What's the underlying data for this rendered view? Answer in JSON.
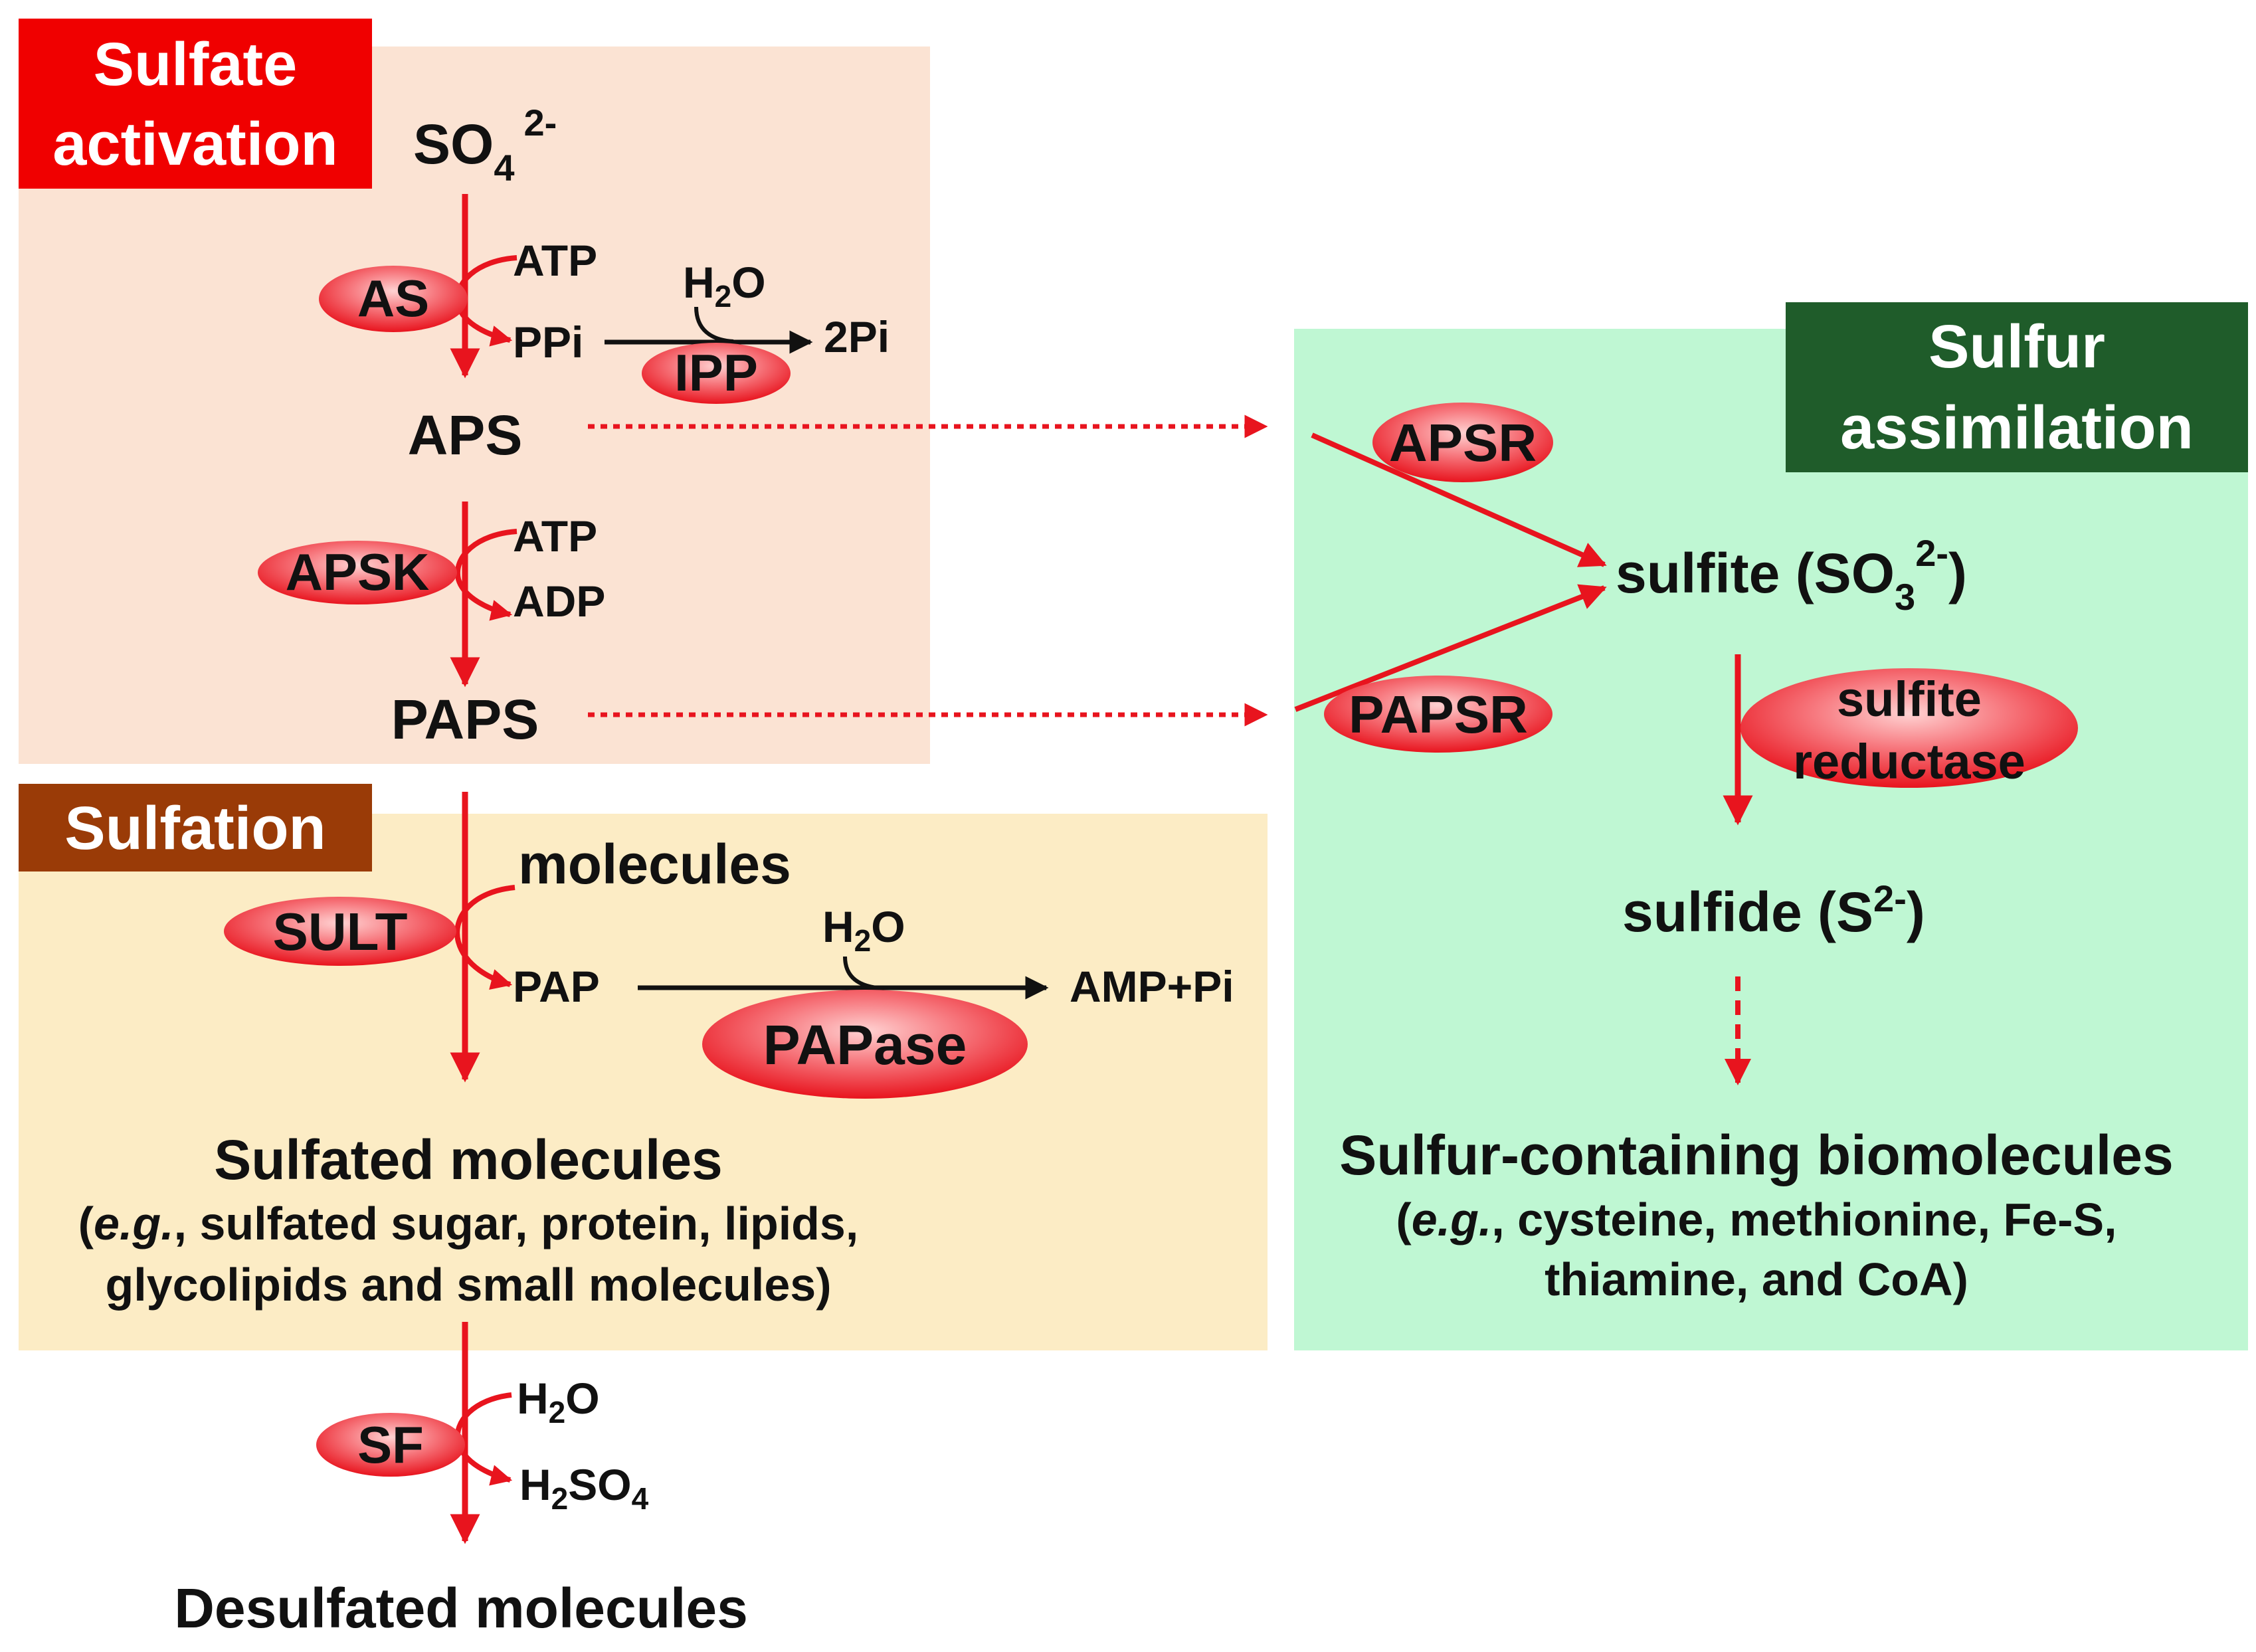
{
  "colors": {
    "activation_bg": "#fbe3d3",
    "sulfation_bg": "#fcecc5",
    "assimilation_bg": "#bff7d3",
    "activation_label_bg": "#f00000",
    "sulfation_label_bg": "#9a3b07",
    "assimilation_label_bg": "#1f5c2a",
    "arrow_red": "#e8141e",
    "arrow_black": "#111111",
    "enzyme_fill": "#f04a52",
    "enzyme_highlight": "#ffd2d2"
  },
  "sections": {
    "activation": {
      "title_line1": "Sulfate",
      "title_line2": "activation"
    },
    "sulfation": {
      "title": "Sulfation"
    },
    "assimilation": {
      "title_line1": "Sulfur",
      "title_line2": "assimilation"
    }
  },
  "metabolites": {
    "so4": {
      "main": "SO",
      "sub": "4",
      "sup": "2-"
    },
    "aps": "APS",
    "paps": "PAPS",
    "sulfated_molecules": "Sulfated molecules",
    "sulfated_examples": {
      "open": "(",
      "eg": "e.g.",
      "rest1": ", sulfated sugar, protein, lipids,",
      "line2": "glycolipids and small molecules)"
    },
    "desulfated_molecules": "Desulfated molecules",
    "sulfite": {
      "pre": "sulfite (SO",
      "sub": "3",
      "sup": "2-",
      "post": ")"
    },
    "sulfide": {
      "pre": "sulfide (S",
      "sup": "2-",
      "post": ")"
    },
    "biomolecules": "Sulfur-containing biomolecules",
    "biomolecule_examples": {
      "open": "(",
      "eg": "e.g.",
      "rest1": ", cysteine, methionine, Fe-S,",
      "line2": "thiamine, and CoA)"
    }
  },
  "cofactors": {
    "atp_1": "ATP",
    "ppi": "PPi",
    "two_pi": "2Pi",
    "h2o_1": {
      "pre": "H",
      "sub": "2",
      "post": "O"
    },
    "atp_2": "ATP",
    "adp": "ADP",
    "molecules": "molecules",
    "pap": "PAP",
    "h2o_2": {
      "pre": "H",
      "sub": "2",
      "post": "O"
    },
    "amp_pi": "AMP+Pi",
    "h2o_3": {
      "pre": "H",
      "sub": "2",
      "post": "O"
    },
    "h2so4": {
      "pre": "H",
      "sub1": "2",
      "mid": "SO",
      "sub2": "4"
    }
  },
  "enzymes": {
    "as": "AS",
    "ipp": "IPP",
    "apsk": "APSK",
    "sult": "SULT",
    "papase": "PAPase",
    "sf": "SF",
    "apsr": "APSR",
    "papsr": "PAPSR",
    "sulfite_reductase_line1": "sulfite",
    "sulfite_reductase_line2": "reductase"
  }
}
